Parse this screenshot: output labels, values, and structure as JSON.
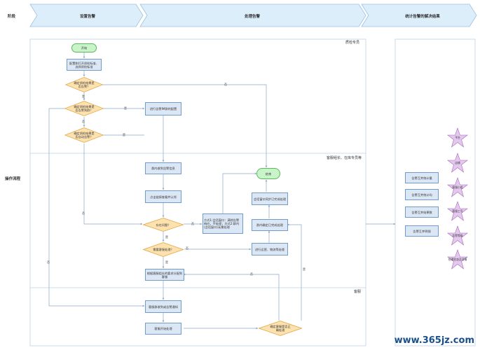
{
  "header": {
    "phase_label": "阶段",
    "stage_1": "设置告警",
    "stage_2": "处理告警",
    "stage_3": "统计告警的解决结果"
  },
  "row_label": "操作流程",
  "lanes": {
    "qa": "质检专员",
    "cs_lead": "客服组长、在库专员等",
    "cs": "客服"
  },
  "nodes": {
    "start": "开始",
    "config_qa": "配置和打开质检标准、选择质检标准",
    "confirm_alarm": "确定质检结果是否告警？",
    "confirm_im": "确定质检结果是否告警到群？",
    "confirm_auto": "确定质检结果是否自动告警？",
    "im_config": "进行告警IM群的配置",
    "group_receive": "群内收到告警信息",
    "ack": "点击链接查看并认领",
    "has_issue": "存在问题？",
    "need_cs": "需要客服处理？",
    "method": "方式1:会话窗口：满除告警响应，不处理；方式2:群内(会话窗口)无需处理",
    "ops_process": "进行运营、物流等处理",
    "group_confirm": "群内确定已完成处理",
    "sync": "会话窗口同步已完成处理",
    "end": "结束",
    "assign_cs": "根据客服组长的要求分配到客服",
    "cs_receive": "客服群收到或告警通知",
    "cs_process": "客服开始处理",
    "cs_confirm": "确定客服是否正确处理"
  },
  "edge_labels": {
    "yes": "是",
    "no": "否"
  },
  "stats": [
    "告警互并统计量",
    "告警互并统计均",
    "告警互并结果数",
    "告警互并明细"
  ],
  "stars": [
    "平台",
    "店铺",
    "客服小组",
    "客服工号",
    "告警等级",
    "处理状态及详情"
  ],
  "watermark": "www.365jz.com",
  "colors": {
    "header_fill": "#ddeefb",
    "node_fill": "#dbe7f5",
    "start_fill": "#c9f3c9",
    "diamond_fill": "#fde2b0",
    "star_fill": "#e4c8ee",
    "line": "#8aa8c8"
  }
}
